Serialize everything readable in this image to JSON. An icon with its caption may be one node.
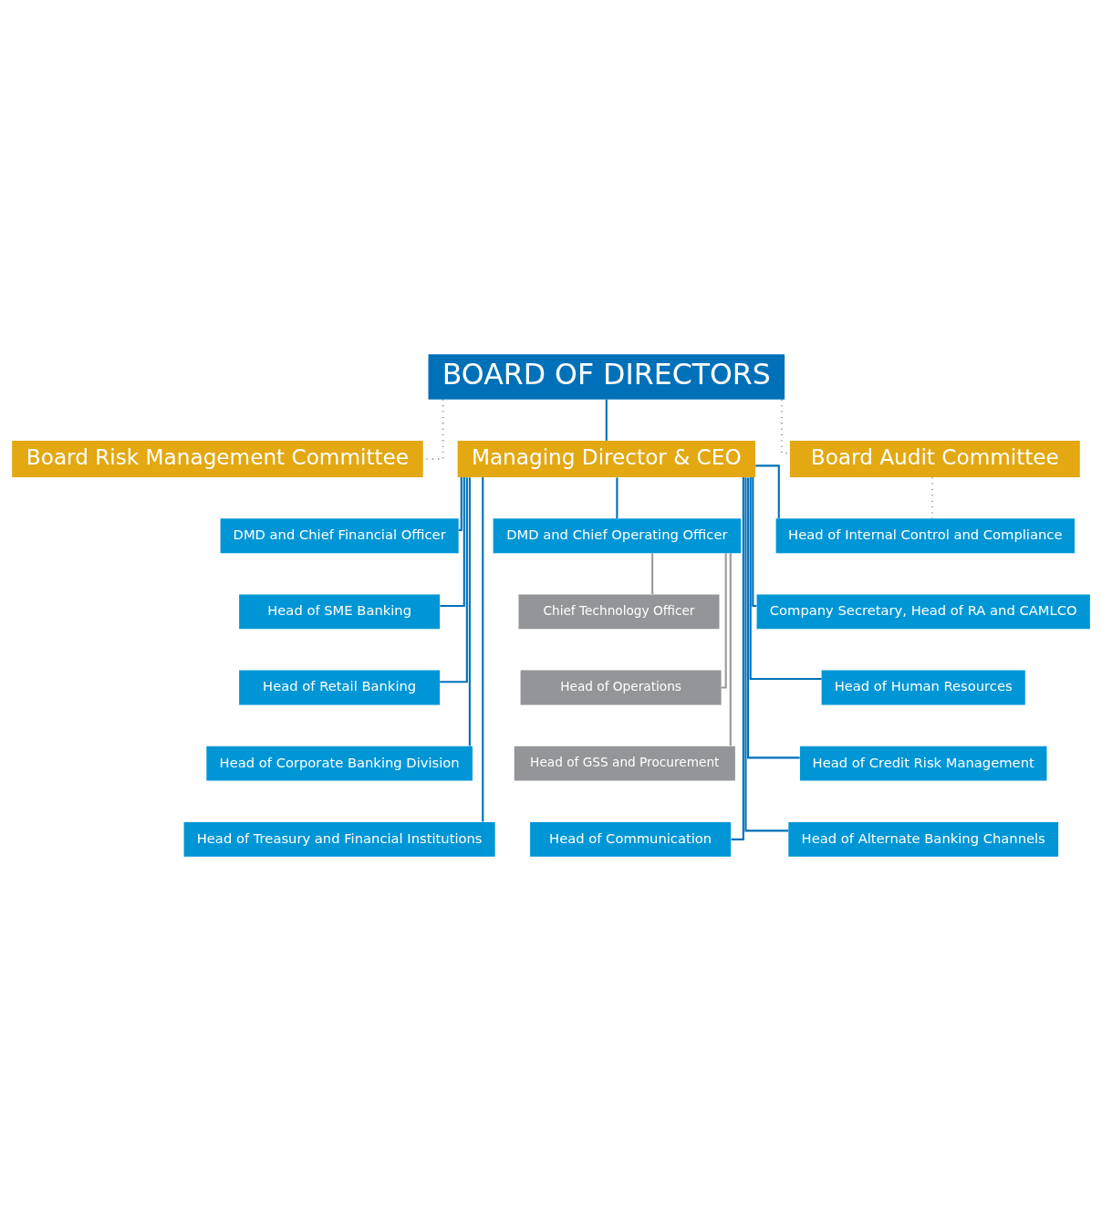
{
  "diagram": {
    "nodes": [
      {
        "text": [
          "BOARD OF DIRECTORS"
        ]
      },
      {
        "text": [
          "Board Risk Management Committee"
        ]
      },
      {
        "text": [
          "Board Audit Committee"
        ]
      },
      {
        "text": [
          "Managing Director & CEO"
        ]
      },
      {
        "text": [
          "DMD and Chief Financial Officer"
        ]
      },
      {
        "text": [
          "DMD and Chief Operating Officer"
        ]
      },
      {
        "text": [
          "Head of Internal Control and Compliance"
        ]
      },
      {
        "text": [
          "Head of SME Banking"
        ]
      },
      {
        "text": [
          "Chief Technology Officer"
        ]
      },
      {
        "text": [
          "Company Secretary, Head of RA and CAMLCO"
        ]
      },
      {
        "text": [
          "Head of Retail Banking"
        ]
      },
      {
        "text": [
          "Head of Operations"
        ]
      },
      {
        "text": [
          "Head of Human Resources"
        ]
      },
      {
        "text": [
          "Head of Corporate Banking Division"
        ]
      },
      {
        "text": [
          "Head of GSS and Procurement"
        ]
      },
      {
        "text": [
          "Head of Credit Risk Management"
        ]
      },
      {
        "text": [
          "Head of Treasury and Financial Institutions"
        ]
      },
      {
        "text": [
          "Head of Communication"
        ]
      },
      {
        "text": [
          "Head of Alternate Banking Channels"
        ]
      }
    ],
    "edges": [
      {
        "from": 0,
        "to": 1,
        "arrow": "none",
        "style": "dashed",
        "color": "#999999"
      },
      {
        "from": 0,
        "to": 2,
        "arrow": "none",
        "style": "dashed",
        "color": "#999999"
      },
      {
        "from": 0,
        "to": 3,
        "arrow": "none"
      },
      {
        "from": 2,
        "to": 6,
        "arrow": "none",
        "style": "dashed",
        "color": "#999999"
      },
      {
        "from": 3,
        "to": 4,
        "arrow": "none"
      },
      {
        "from": 3,
        "to": 5,
        "arrow": "none"
      },
      {
        "from": 3,
        "to": 6,
        "arrow": "none"
      },
      {
        "from": 3,
        "to": 7,
        "arrow": "none"
      },
      {
        "from": 3,
        "to": 9,
        "arrow": "none"
      },
      {
        "from": 3,
        "to": 10,
        "arrow": "none"
      },
      {
        "from": 3,
        "to": 12,
        "arrow": "none"
      },
      {
        "from": 3,
        "to": 13,
        "arrow": "none"
      },
      {
        "from": 3,
        "to": 15,
        "arrow": "none"
      },
      {
        "from": 3,
        "to": 16,
        "arrow": "none"
      },
      {
        "from": 3,
        "to": 17,
        "arrow": "none"
      },
      {
        "from": 3,
        "to": 18,
        "arrow": "none"
      },
      {
        "from": 5,
        "to": 8,
        "arrow": "none",
        "color": "#999999"
      },
      {
        "from": 5,
        "to": 11,
        "arrow": "none",
        "color": "#999999"
      },
      {
        "from": 5,
        "to": 14,
        "arrow": "none",
        "color": "#999999"
      }
    ]
  }
}
